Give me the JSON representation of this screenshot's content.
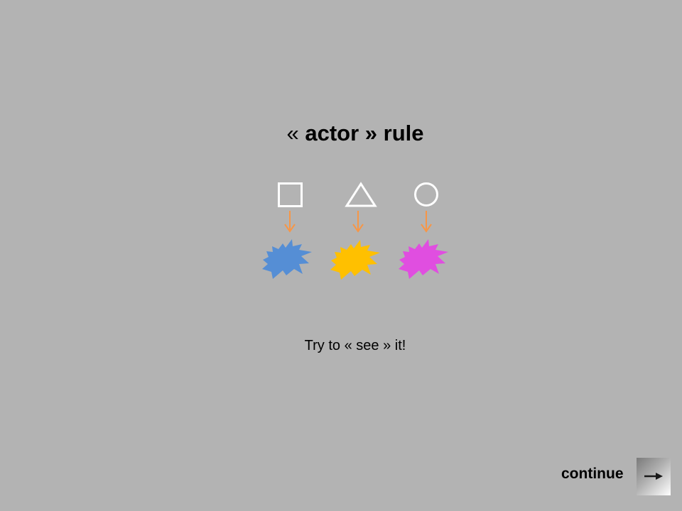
{
  "title": {
    "open_quote": "«",
    "word": "actor",
    "close_quote": "»",
    "rest": "rule"
  },
  "diagram": {
    "shapes": [
      {
        "icon": "square-outline-icon",
        "burst_color": "#558ed5"
      },
      {
        "icon": "triangle-outline-icon",
        "burst_color": "#ffc000"
      },
      {
        "icon": "circle-outline-icon",
        "burst_color": "#e04ee0"
      }
    ],
    "arrow_color": "#f79646",
    "outline_color": "#ffffff"
  },
  "instruction": "Try to « see » it!",
  "navigation": {
    "continue_label": "continue",
    "continue_icon": "arrow-right-icon"
  }
}
